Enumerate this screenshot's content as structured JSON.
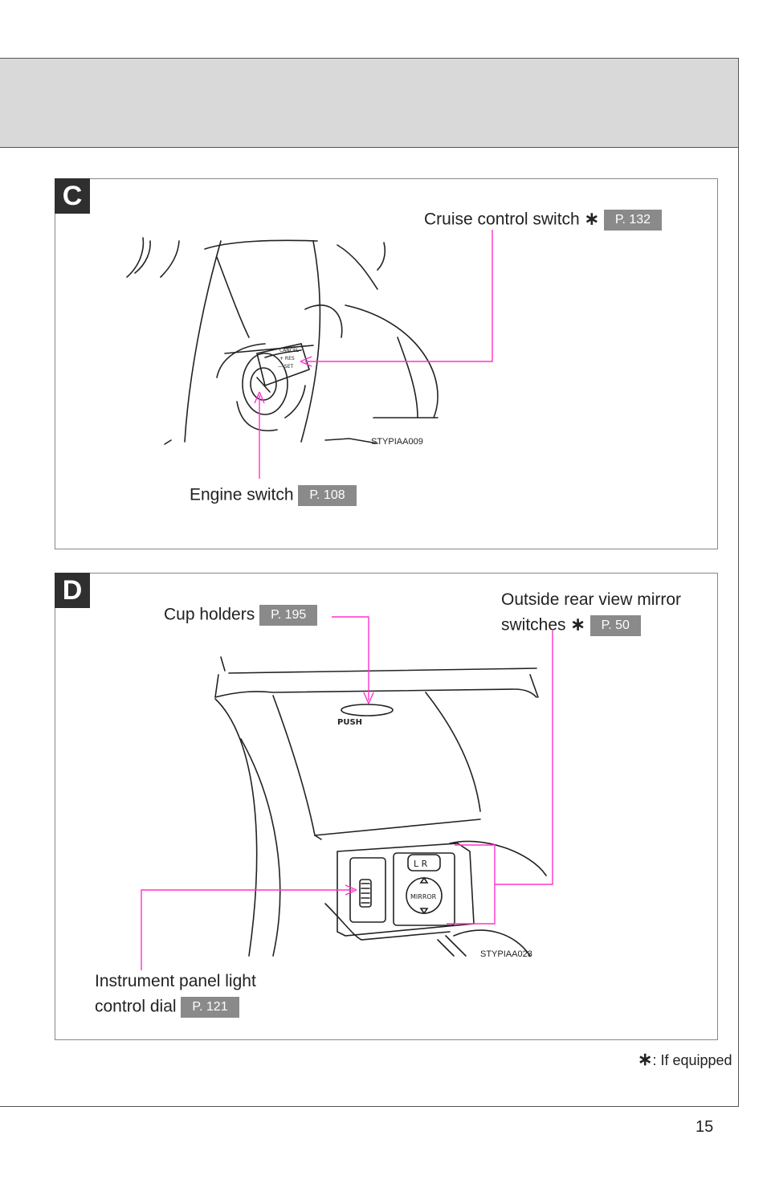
{
  "sections": {
    "c": {
      "tag": "C",
      "cruise_label": "Cruise control switch",
      "cruise_mark": "∗",
      "cruise_ref": "P. 132",
      "engine_label": "Engine switch",
      "engine_ref": "P. 108",
      "figure_code": "STYPIAA009",
      "lever_labels": [
        "CANCEL",
        "+ RES",
        "— SET"
      ]
    },
    "d": {
      "tag": "D",
      "cup_label": "Cup holders",
      "cup_ref": "P. 195",
      "mirror_label_line1": "Outside rear view mirror",
      "mirror_label_line2": "switches",
      "mirror_mark": "∗",
      "mirror_ref": "P. 50",
      "dial_label_line1": "Instrument panel light",
      "dial_label_line2": "control dial",
      "dial_ref": "P. 121",
      "figure_code": "STYPIAA023",
      "push_text": "PUSH",
      "lr_text": "L  R",
      "mirror_button_text": "MIRROR"
    }
  },
  "footnote": {
    "mark": "∗",
    "text": ": If equipped"
  },
  "page_number": "15",
  "colors": {
    "callout": "#ff33cc",
    "tag_bg": "#2f2f2f",
    "ref_bg": "#8a8a8a",
    "header_band": "#d9d9d9"
  }
}
